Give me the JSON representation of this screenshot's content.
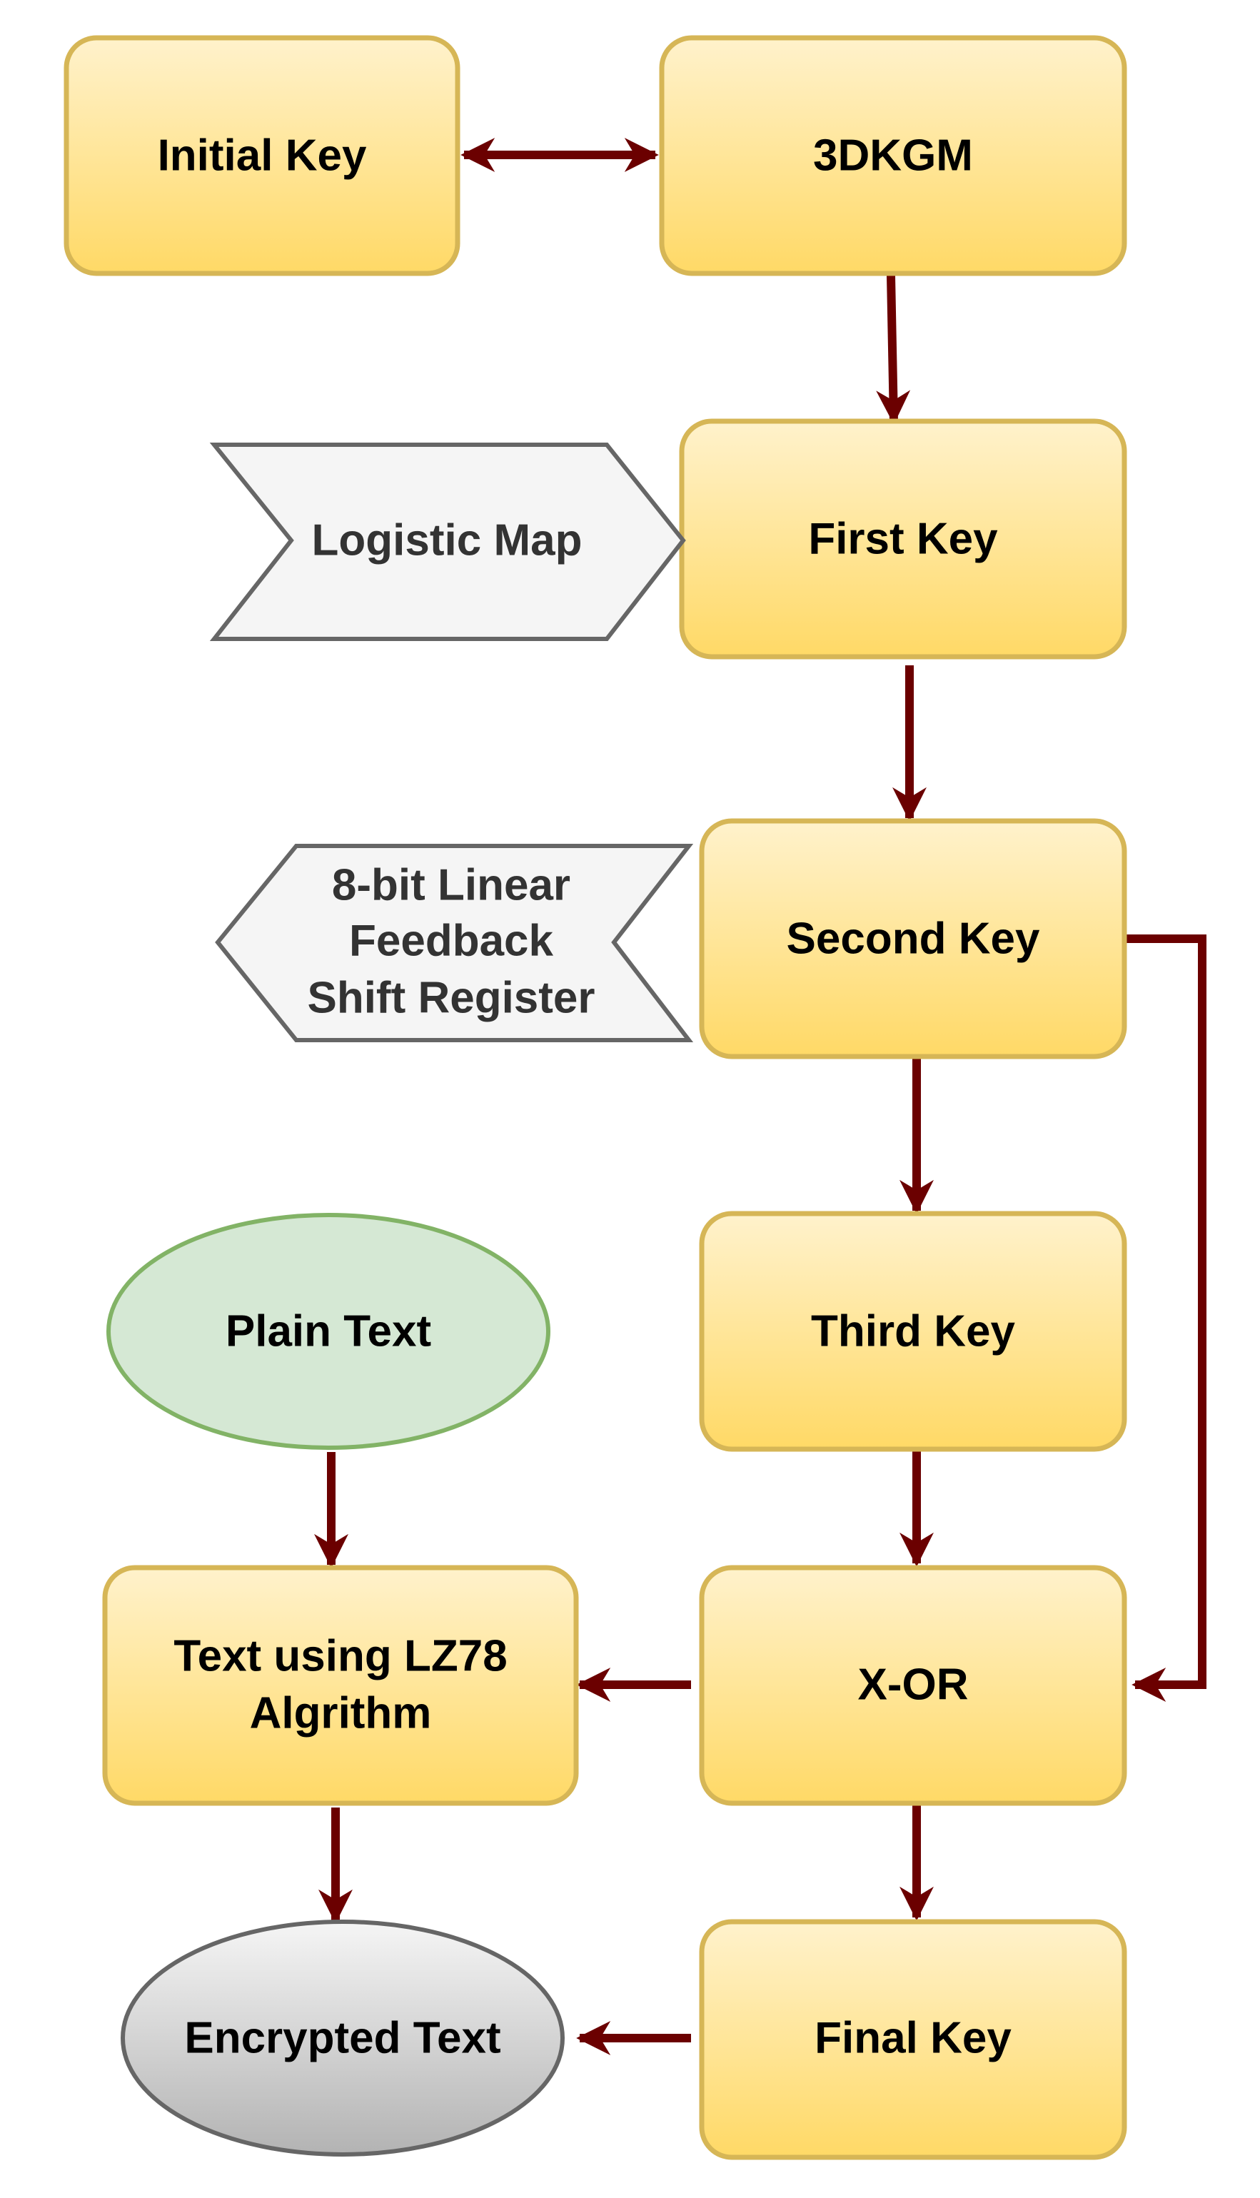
{
  "nodes": {
    "initial_key": "Initial Key",
    "kgm": "3DKGM",
    "first_key": "First Key",
    "logistic_map": "Logistic Map",
    "second_key": "Second Key",
    "lfsr": [
      "8-bit Linear",
      "Feedback",
      "Shift Register"
    ],
    "third_key": "Third Key",
    "plain_text": "Plain Text",
    "xor": "X-OR",
    "lz78": [
      "Text using LZ78",
      "Algrithm"
    ],
    "final_key": "Final Key",
    "encrypted_text": "Encrypted Text"
  },
  "colors": {
    "box_fill_top": "#fff2cc",
    "box_fill_bottom": "#ffd966",
    "box_stroke": "#d6b656",
    "arrow": "#6b0000",
    "process_fill": "#f5f5f5",
    "process_stroke": "#666666",
    "plain_fill": "#d5e8d4",
    "plain_stroke": "#82b366",
    "encrypted_fill_top": "#f5f5f5",
    "encrypted_fill_bottom": "#b3b3b3",
    "encrypted_stroke": "#666666"
  }
}
